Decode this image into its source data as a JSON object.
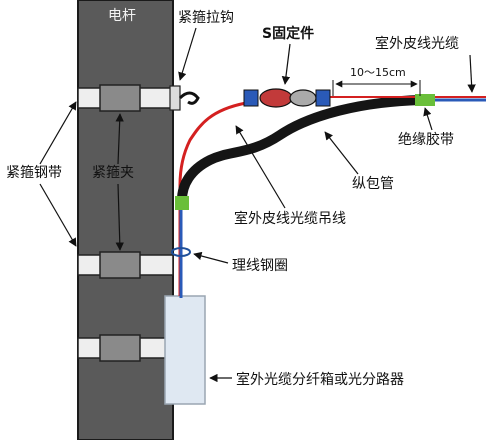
{
  "labels": {
    "pole": "电杆",
    "hoop_hook": "紧箍拉钩",
    "s_fixture": "S固定件",
    "distance": "10～15cm",
    "outdoor_cable": "室外皮线光缆",
    "insulation_tape": "绝缘胶带",
    "hoop_band": "紧箍钢带",
    "hoop_clamp": "紧箍夹",
    "wrap_pipe": "纵包管",
    "drop_wire": "室外皮线光缆吊线",
    "wire_ring": "理线钢圈",
    "distribution_box": "室外光缆分纤箱或光分路器"
  },
  "colors": {
    "pole": "#5a5a5a",
    "pole_edge": "#1a1a1a",
    "band": "#eeeeee",
    "clamp": "#8a8a8a",
    "red_wire": "#d42020",
    "blue_cable": "#2a5ab8",
    "black_pipe": "#151515",
    "green_tape": "#6abf3a",
    "box": "#dfe8f2",
    "box_edge": "#9aa6b2",
    "s_fixture": "#c23a3a",
    "ring": "#1f4f9a"
  }
}
